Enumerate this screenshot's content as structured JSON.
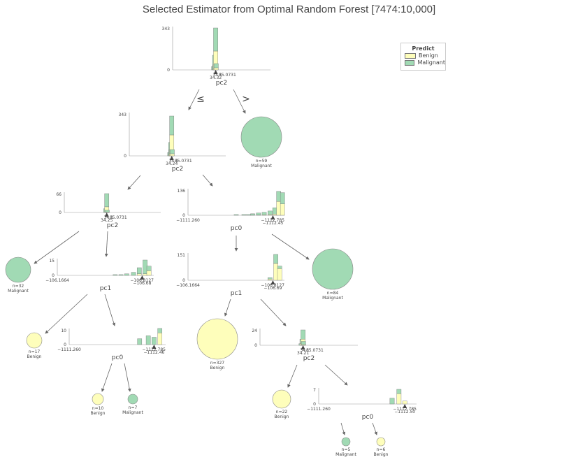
{
  "title": "Selected Estimator from Optimal Random Forest [7474:10,000]",
  "colors": {
    "benign": "#fefebb",
    "malignant": "#a1dab4",
    "axis": "#444444",
    "arrow": "#666666"
  },
  "legend": {
    "title": "Predict",
    "items": [
      "Benign",
      "Malignant"
    ]
  },
  "edge_labels": {
    "left": "≤",
    "right": ">"
  },
  "decision_nodes": [
    {
      "id": "n0",
      "feature": "pc2",
      "ymax": "343",
      "xmin": "34.1",
      "xmax": "85.0731",
      "split": "34.32",
      "bins": [
        [
          0.42,
          0,
          0.08
        ],
        [
          0.43,
          0,
          0.35
        ],
        [
          0.435,
          0.02,
          0.1
        ],
        [
          0.44,
          0.45,
          0.55
        ],
        [
          0.445,
          0.05,
          0.1
        ]
      ]
    },
    {
      "id": "n1",
      "feature": "pc2",
      "ymax": "343",
      "xmin": "34.1",
      "xmax": "85.0731",
      "split": "34.24",
      "bins": [
        [
          0.42,
          0,
          0.08
        ],
        [
          0.43,
          0.02,
          0.3
        ],
        [
          0.435,
          0.05,
          0.1
        ],
        [
          0.44,
          0.5,
          0.45
        ],
        [
          0.445,
          0.05,
          0.1
        ]
      ]
    },
    {
      "id": "n2",
      "feature": "pc2",
      "ymax": "66",
      "xmin": "34.1",
      "xmax": "85.0731",
      "split": "34.25",
      "bins": [
        [
          0.43,
          0,
          0.2
        ],
        [
          0.44,
          0.3,
          0.7
        ],
        [
          0.445,
          0.02,
          0.1
        ]
      ]
    },
    {
      "id": "n3",
      "feature": "pc0",
      "ymax": "136",
      "xmin": "−1111.260",
      "xmax": "−1112.785",
      "split": "−1112.45",
      "bins": [
        [
          0.5,
          0,
          0.03
        ],
        [
          0.58,
          0,
          0.03
        ],
        [
          0.63,
          0,
          0.03
        ],
        [
          0.67,
          0.01,
          0.05
        ],
        [
          0.73,
          0.01,
          0.08
        ],
        [
          0.79,
          0.02,
          0.1
        ],
        [
          0.85,
          0.03,
          0.14
        ],
        [
          0.9,
          0.05,
          0.25
        ],
        [
          0.94,
          0.55,
          0.4
        ],
        [
          0.98,
          0.45,
          0.45
        ]
      ]
    },
    {
      "id": "n4",
      "feature": "pc1",
      "ymax": "15",
      "xmin": "−106.1664",
      "xmax": "−106.8127",
      "split": "−106.68",
      "bins": [
        [
          0.6,
          0,
          0.05
        ],
        [
          0.66,
          0,
          0.05
        ],
        [
          0.72,
          0,
          0.1
        ],
        [
          0.79,
          0,
          0.2
        ],
        [
          0.85,
          0.1,
          0.4
        ],
        [
          0.91,
          0.1,
          0.9
        ],
        [
          0.95,
          0.3,
          0.3
        ]
      ]
    },
    {
      "id": "n5",
      "feature": "pc1",
      "ymax": "151",
      "xmin": "−106.1664",
      "xmax": "−106.8127",
      "split": "−106.69",
      "bins": [
        [
          0.85,
          0.05,
          0.05
        ],
        [
          0.91,
          0.65,
          0.35
        ],
        [
          0.95,
          0.45,
          0.1
        ]
      ]
    },
    {
      "id": "n6",
      "feature": "pc0",
      "ymax": "10",
      "xmin": "−1111.260",
      "xmax": "−1112.785",
      "split": "−1112.46",
      "bins": [
        [
          0.73,
          0,
          0.4
        ],
        [
          0.82,
          0,
          0.6
        ],
        [
          0.88,
          0,
          0.5
        ],
        [
          0.94,
          0.8,
          0.3
        ]
      ]
    },
    {
      "id": "n7",
      "feature": "pc2",
      "ymax": "24",
      "xmin": "34.1",
      "xmax": "85.0731",
      "split": "34.21",
      "bins": [
        [
          0.42,
          0,
          0.1
        ],
        [
          0.43,
          0.1,
          0.3
        ],
        [
          0.44,
          0.4,
          0.6
        ],
        [
          0.445,
          0.05,
          0.2
        ]
      ]
    },
    {
      "id": "n8",
      "feature": "pc0",
      "ymax": "7",
      "xmin": "−1111.260",
      "xmax": "−1112.785",
      "split": "−1112.50",
      "bins": [
        [
          0.75,
          0,
          0.4
        ],
        [
          0.82,
          0.7,
          0.3
        ],
        [
          0.88,
          0.2,
          0
        ]
      ]
    }
  ],
  "leaves": [
    {
      "id": "l0",
      "n": "n=59",
      "label": "Malignant",
      "cls": "malignant"
    },
    {
      "id": "l1",
      "n": "n=32",
      "label": "Malignant",
      "cls": "malignant"
    },
    {
      "id": "l2",
      "n": "n=84",
      "label": "Malignant",
      "cls": "malignant"
    },
    {
      "id": "l3",
      "n": "n=17",
      "label": "Benign",
      "cls": "benign"
    },
    {
      "id": "l4",
      "n": "n=327",
      "label": "Benign",
      "cls": "benign"
    },
    {
      "id": "l5",
      "n": "n=10",
      "label": "Benign",
      "cls": "benign"
    },
    {
      "id": "l6",
      "n": "n=7",
      "label": "Malignant",
      "cls": "malignant"
    },
    {
      "id": "l7",
      "n": "n=22",
      "label": "Benign",
      "cls": "benign"
    },
    {
      "id": "l8",
      "n": "n=5",
      "label": "Malignant",
      "cls": "malignant"
    },
    {
      "id": "l9",
      "n": "n=6",
      "label": "Benign",
      "cls": "benign"
    }
  ]
}
